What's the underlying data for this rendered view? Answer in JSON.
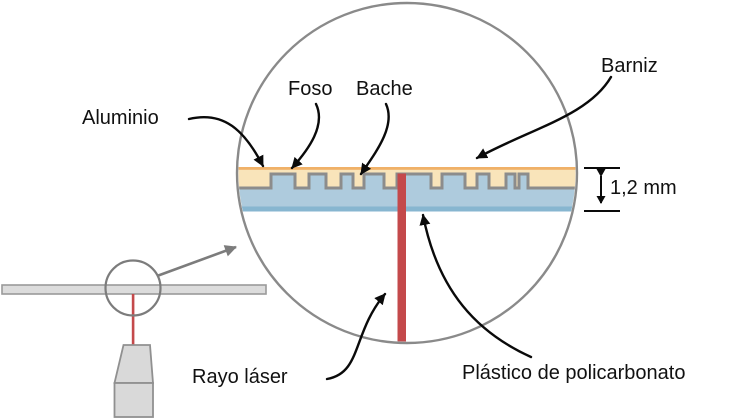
{
  "diagram": {
    "labels": {
      "aluminio": "Aluminio",
      "foso": "Foso",
      "bache": "Bache",
      "barniz": "Barniz",
      "rayo_laser": "Rayo láser",
      "plastico": "Plástico de policarbonato"
    },
    "dimension": {
      "thickness": "1,2 mm"
    },
    "colors": {
      "varnish_cream": "#f9e4ba",
      "varnish_top_line": "#f0b168",
      "polycarbonate_blue": "#aecbdd",
      "polycarbonate_bottom": "#87b6d0",
      "aluminum_gray": "#8c8c8c",
      "laser_red": "#c4494b",
      "circle_gray": "#8a8a8a",
      "disc_bar_fill": "#dcdcdc",
      "disc_bar_stroke": "#9a9a9a",
      "arrow_black": "#0a0a0a"
    }
  }
}
